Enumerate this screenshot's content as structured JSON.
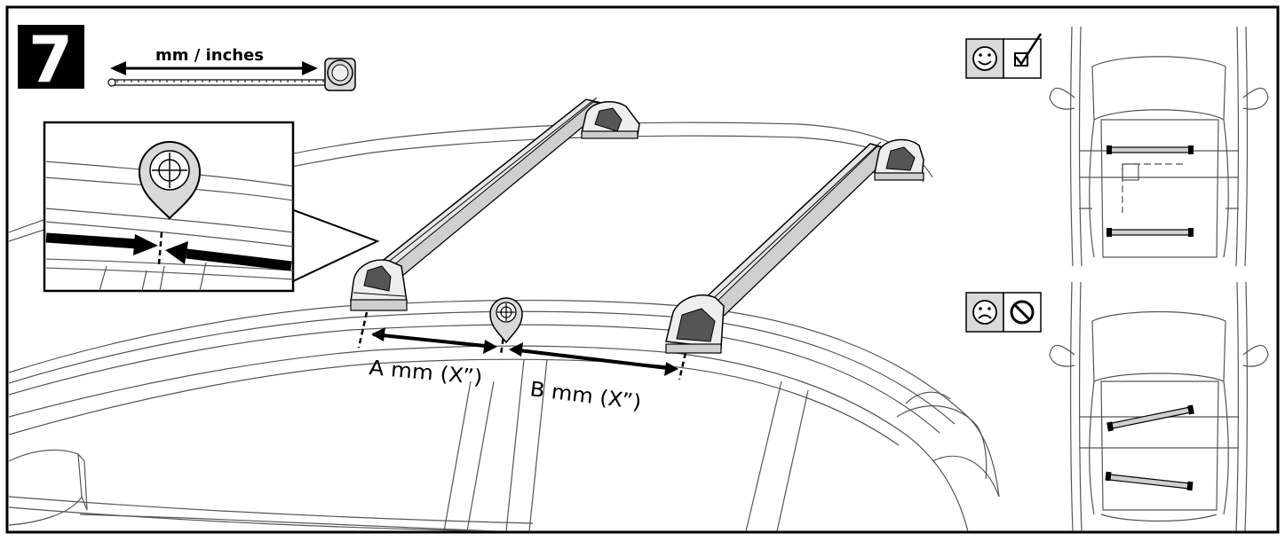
{
  "step_number": "7",
  "measure_unit_label": "mm / inches",
  "dimension_a_label": "A mm (X”)",
  "dimension_b_label": "B mm (X”)",
  "icons": [
    "tape-measure-icon",
    "target-pin-icon",
    "smiley-happy-icon",
    "check-box-icon",
    "smiley-sad-icon",
    "prohibited-icon"
  ],
  "colors": {
    "ink": "#000000",
    "bar_fill": "#e6e6e6",
    "panel_fill": "#d9d9d9",
    "car_line": "#555555"
  }
}
